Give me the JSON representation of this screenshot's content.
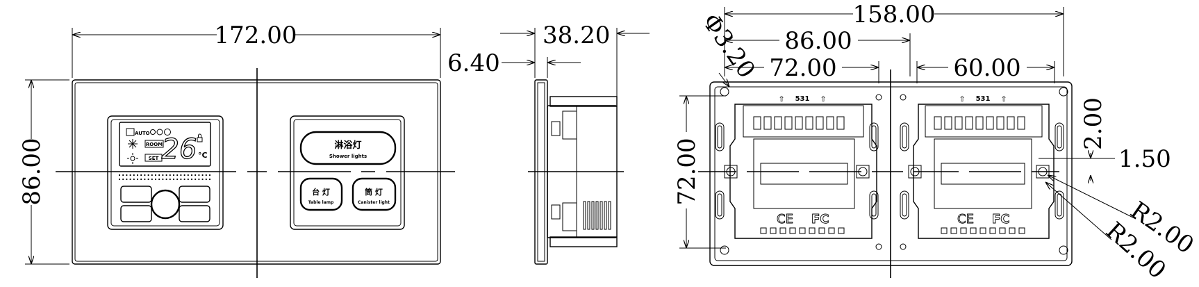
{
  "front_view": {
    "width_dim": "172.00",
    "height_dim": "86.00",
    "thermostat": {
      "mode_label": "AUTO",
      "room_label": "ROOM",
      "set_label": "SET",
      "temperature": "26",
      "unit": "°C"
    },
    "switch": {
      "shower_cn": "淋浴灯",
      "shower_en": "Shower lights",
      "table_cn": "台 灯",
      "table_en": "Table lamp",
      "canister_cn": "筒 灯",
      "canister_en": "Canister light"
    }
  },
  "side_view": {
    "depth_dim": "38.20",
    "plate_dim": "6.40"
  },
  "back_view": {
    "overall_width_dim": "158.00",
    "module_width_dim": "86.00",
    "hole_pitch_dim": "72.00",
    "right_hole_dim": "60.00",
    "height_dim": "72.00",
    "hole_dia_dim": "Φ3.20",
    "gap_dim": "2.00",
    "offset_dim": "1.50",
    "radius_dim_1": "R2.00",
    "radius_dim_2": "R2.00",
    "model_left": "531",
    "model_right": "531",
    "cert_ce": "CE",
    "cert_fc": "FC"
  },
  "colors": {
    "line": "#000000",
    "background": "#ffffff"
  }
}
